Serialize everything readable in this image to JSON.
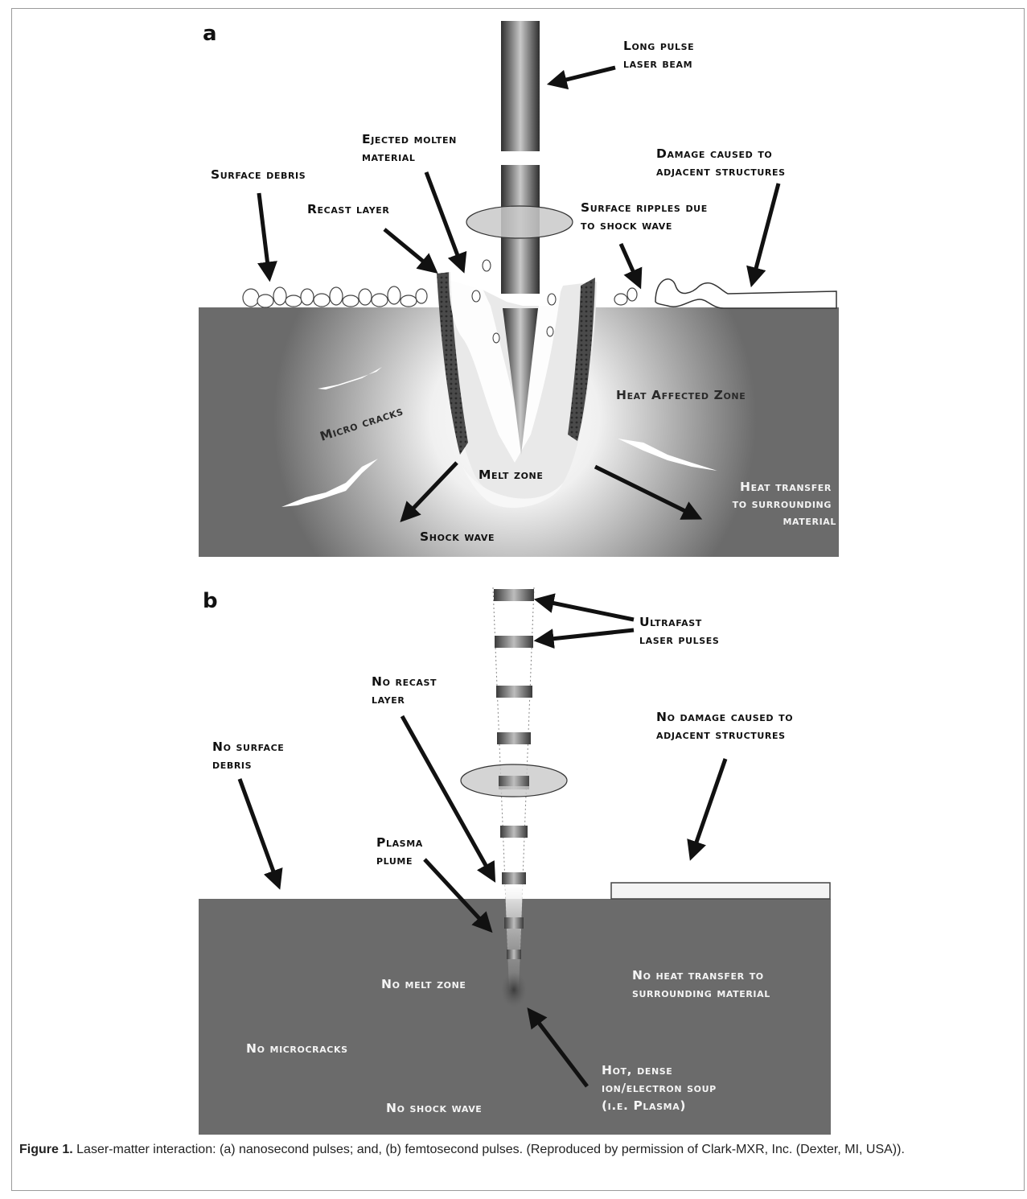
{
  "panel_a": {
    "letter": "a",
    "labels": {
      "long_pulse": [
        "Long pulse",
        "laser beam"
      ],
      "ejected": [
        "Ejected molten",
        "material"
      ],
      "damage": [
        "Damage caused to",
        "adjacent structures"
      ],
      "surface_debris": [
        "Surface debris"
      ],
      "recast": [
        "Recast layer"
      ],
      "ripples": [
        "Surface ripples due",
        "to shock wave"
      ],
      "heat_zone": [
        "Heat Affected Zone"
      ],
      "micro_cracks": [
        "Micro cracks"
      ],
      "melt_zone": [
        "Melt zone"
      ],
      "heat_transfer": [
        "Heat transfer",
        "to surrounding",
        "material"
      ],
      "shock_wave": [
        "Shock wave"
      ]
    }
  },
  "panel_b": {
    "letter": "b",
    "labels": {
      "ultrafast": [
        "Ultrafast",
        "laser pulses"
      ],
      "no_recast": [
        "No recast",
        "layer"
      ],
      "no_damage": [
        "No damage caused to",
        "adjacent structures"
      ],
      "no_debris": [
        "No surface",
        "debris"
      ],
      "plasma_plume": [
        "Plasma",
        "plume"
      ],
      "no_melt": [
        "No melt zone"
      ],
      "no_heat": [
        "No heat transfer to",
        "surrounding material"
      ],
      "no_microcracks": [
        "No microcracks"
      ],
      "hot_dense": [
        "Hot, dense",
        "ion/electron soup",
        "(i.e. Plasma)"
      ],
      "no_shock": [
        "No shock wave"
      ]
    }
  },
  "caption": {
    "label": "Figure 1.",
    "text": "Laser-matter interaction: (a) nanosecond pulses; and, (b) femtosecond pulses. (Reproduced by permission of Clark-MXR, Inc. (Dexter, MI, USA))."
  },
  "colors": {
    "material": "#6b6b6b",
    "beam_dark": "#3a3a3a",
    "beam_light": "#9a9a9a",
    "heat_glow": "#f2f2f2"
  }
}
